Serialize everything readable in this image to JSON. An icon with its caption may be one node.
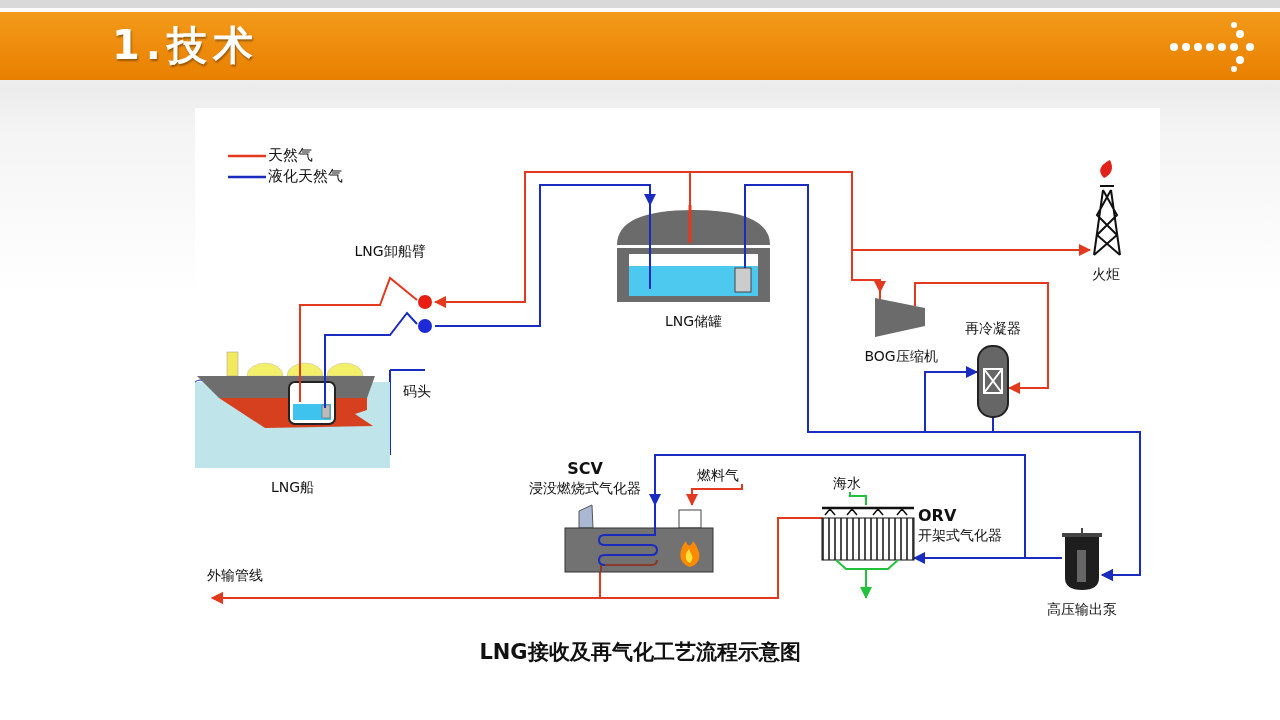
{
  "diagram": {
    "title": "1.技术",
    "caption": "LNG接收及再气化工艺流程示意图",
    "nodes": [
      {
        "text": [
          "LNG船"
        ]
      },
      {
        "text": [
          "LNG卸船臂"
        ]
      },
      {
        "text": [
          "LNG储罐"
        ]
      },
      {
        "text": [
          "火炬"
        ]
      },
      {
        "text": [
          "BOG压缩机"
        ]
      },
      {
        "text": [
          "再冷凝器"
        ]
      },
      {
        "text": [
          "高压输出泵"
        ]
      },
      {
        "text": [
          "ORV",
          "开架式气化器"
        ]
      },
      {
        "text": [
          "SCV",
          "浸没燃烧式气化器"
        ]
      },
      {
        "text": [
          "燃料气"
        ]
      },
      {
        "text": [
          "海水"
        ]
      }
    ],
    "edges": [
      {
        "from": 0,
        "to": 1,
        "arrow": "none",
        "color": "#1a2bbf"
      },
      {
        "from": 1,
        "to": 2,
        "arrow": "to",
        "color": "#1a2bbf"
      },
      {
        "from": 2,
        "to": 1,
        "arrow": "to"
      },
      {
        "from": 1,
        "to": 0,
        "arrow": "none"
      },
      {
        "from": 2,
        "to": 4,
        "arrow": "to"
      },
      {
        "from": 2,
        "to": 3,
        "arrow": "to"
      },
      {
        "from": 4,
        "to": 5,
        "arrow": "to"
      },
      {
        "from": 2,
        "to": 6,
        "arrow": "to",
        "color": "#1a2bbf"
      },
      {
        "from": 2,
        "to": 5,
        "arrow": "to",
        "color": "#1a2bbf"
      },
      {
        "from": 5,
        "to": 6,
        "arrow": "to",
        "color": "#1a2bbf"
      },
      {
        "from": 6,
        "to": 7,
        "arrow": "to",
        "color": "#1a2bbf"
      },
      {
        "from": 6,
        "to": 8,
        "arrow": "to",
        "color": "#1a2bbf"
      },
      {
        "from": 8,
        "to": null,
        "arrow": "to",
        "label": "外输管线"
      },
      {
        "from": 7,
        "to": null,
        "arrow": "to"
      },
      {
        "from": 9,
        "to": 8,
        "arrow": "to"
      },
      {
        "from": 10,
        "to": 7,
        "arrow": "none",
        "color": "#22c33a"
      },
      {
        "from": 7,
        "to": null,
        "arrow": "to",
        "color": "#22c33a"
      }
    ],
    "labels": [
      "码头"
    ],
    "legend": [
      {
        "text": "天然气"
      },
      {
        "text": "液化天然气"
      }
    ]
  }
}
